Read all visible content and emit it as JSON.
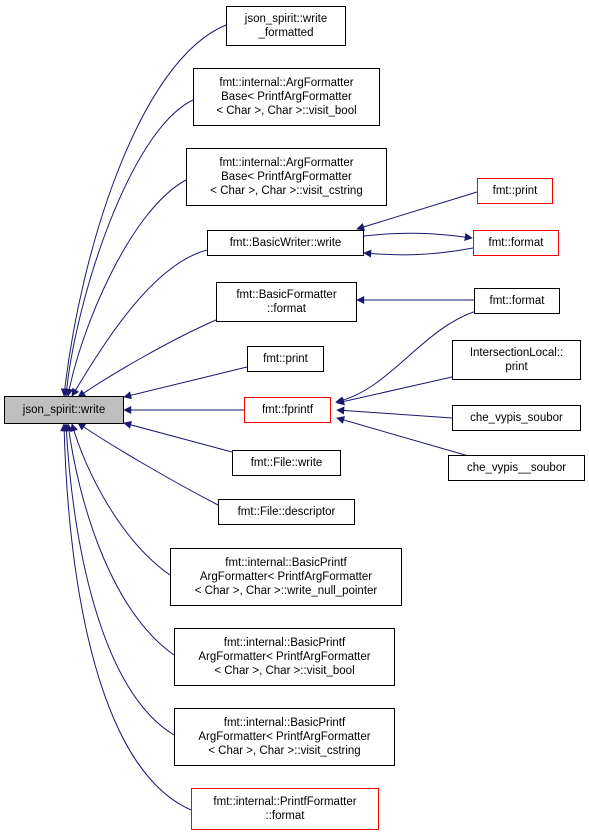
{
  "colors": {
    "edge": "#191970",
    "border": "#000000",
    "highlight": "#ff0000",
    "root_fill": "#bfbfbf"
  },
  "nodes": {
    "root": "json_spirit::write",
    "json_write_formatted": "json_spirit::write\n_formatted",
    "argfmt_visit_bool": "fmt::internal::ArgFormatter\nBase< PrintfArgFormatter\n< Char >, Char >::visit_bool",
    "argfmt_visit_cstring": "fmt::internal::ArgFormatter\nBase< PrintfArgFormatter\n< Char >, Char >::visit_cstring",
    "basicwriter_write": "fmt::BasicWriter::write",
    "basicformatter_format": "fmt::BasicFormatter\n::format",
    "fmt_print_mid": "fmt::print",
    "fmt_fprintf": "fmt::fprintf",
    "file_write": "fmt::File::write",
    "file_descriptor": "fmt::File::descriptor",
    "bp_write_null_pointer": "fmt::internal::BasicPrintf\nArgFormatter< PrintfArgFormatter\n< Char >, Char >::write_null_pointer",
    "bp_visit_bool": "fmt::internal::BasicPrintf\nArgFormatter< PrintfArgFormatter\n< Char >, Char >::visit_bool",
    "bp_visit_cstring": "fmt::internal::BasicPrintf\nArgFormatter< PrintfArgFormatter\n< Char >, Char >::visit_cstring",
    "printfformatter_format": "fmt::internal::PrintfFormatter\n::format",
    "fmt_print_right": "fmt::print",
    "fmt_format_red": "fmt::format",
    "fmt_format_black": "fmt::format",
    "intersection_print": "IntersectionLocal::\nprint",
    "che_vypis_soubor": "che_vypis_soubor",
    "che_vypis__soubor": "che_vypis__soubor"
  }
}
